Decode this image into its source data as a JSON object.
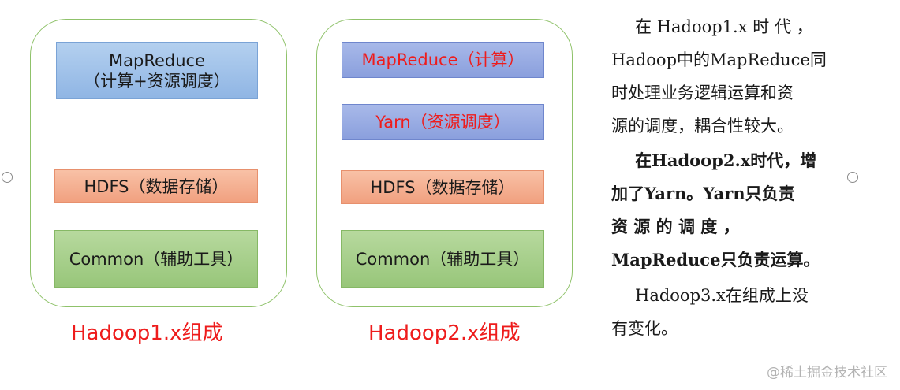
{
  "panel1": {
    "box_mapreduce_line1": "MapReduce",
    "box_mapreduce_line2": "（计算+资源调度）",
    "box_hdfs": "HDFS（数据存储）",
    "box_common": "Common（辅助工具）",
    "caption": "Hadoop1.x组成"
  },
  "panel2": {
    "box_mapreduce": "MapReduce（计算）",
    "box_yarn": "Yarn（资源调度）",
    "box_hdfs": "HDFS（数据存储）",
    "box_common": "Common（辅助工具）",
    "caption": "Hadoop2.x组成"
  },
  "text": {
    "p1": {
      "line1": [
        "在",
        "Hadoop1.x",
        "时",
        "代",
        "，"
      ],
      "line2": "Hadoop中的MapReduce同",
      "line3": "时处理业务逻辑运算和资",
      "line4": "源的调度，耦合性较大。"
    },
    "p2": {
      "line1": "在Hadoop2.x时代，增",
      "line2": "加了Yarn。Yarn只负责",
      "line3": [
        "资",
        "源",
        "的",
        "调",
        "度",
        "，"
      ],
      "line4": "MapReduce只负责运算。"
    },
    "p3": {
      "line1": "Hadoop3.x在组成上没",
      "line2": "有变化。"
    }
  },
  "watermark": "@稀土掘金技术社区",
  "colors": {
    "panel_border": "#8fc26a",
    "caption_red": "#ee1c1c",
    "blue_box": "#9bbde8",
    "orange_box": "#f4aa8a",
    "green_box": "#a6cf8a"
  }
}
